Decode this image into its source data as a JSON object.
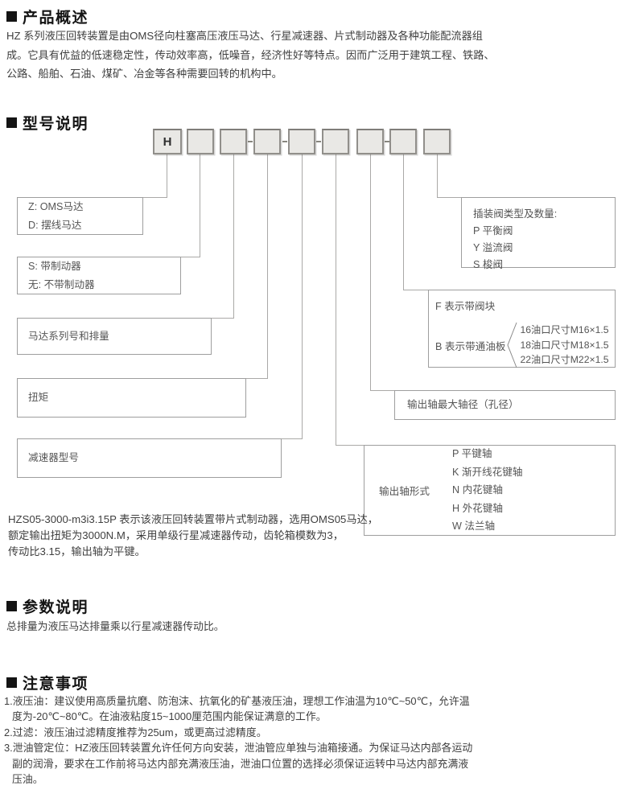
{
  "sections": {
    "overview": {
      "title": "产品概述",
      "lines": [
        "HZ 系列液压回转装置是由OMS径向柱塞高压液压马达、行星减速器、片式制动器及各种功能配流器组",
        "成。它具有优益的低速稳定性，传动效率高，低噪音，经济性好等特点。因而广泛用于建筑工程、铁路、",
        "公路、船舶、石油、煤矿、冶金等各种需要回转的机构中。"
      ]
    },
    "model": {
      "title": "型号说明",
      "boxes": [
        "H",
        "",
        "",
        "",
        "",
        "",
        "",
        "",
        ""
      ],
      "left_labels": {
        "motor_type": {
          "line1": "Z: OMS马达",
          "line2": "D: 摆线马达"
        },
        "brake": {
          "line1": "S: 带制动器",
          "line2": "无: 不带制动器"
        },
        "motor_series": "马达系列号和排量",
        "torque": "扭矩",
        "reducer_model": "减速器型号"
      },
      "right_labels": {
        "valve_types": {
          "title": "插装阀类型及数量:",
          "items": [
            "P 平衡阀",
            "Y 溢流阀",
            "S 梭阀"
          ]
        },
        "valve_block": {
          "line_f": "F 表示带阀块",
          "line_b": "B 表示带通油板",
          "ports": [
            "16油口尺寸M16×1.5",
            "18油口尺寸M18×1.5",
            "22油口尺寸M22×1.5"
          ]
        },
        "shaft_diameter": "输出轴最大轴径（孔径）",
        "shaft_type": {
          "label": "输出轴形式",
          "items": [
            "P 平键轴",
            "K 渐开线花键轴",
            "N 内花键轴",
            "H 外花键轴",
            "W 法兰轴"
          ]
        }
      },
      "example_lines": [
        "HZS05-3000-m3i3.15P 表示该液压回转装置带片式制动器，选用OMS05马达，",
        "额定输出扭矩为3000N.M，采用单级行星减速器传动，齿轮箱模数为3，",
        "传动比3.15，输出轴为平键。"
      ]
    },
    "params": {
      "title": "参数说明",
      "body": "总排量为液压马达排量乘以行星减速器传动比。"
    },
    "notes": {
      "title": "注意事项",
      "lines": [
        "1.液压油：建议使用高质量抗磨、防泡沫、抗氧化的矿基液压油，理想工作油温为10℃~50℃，允许温",
        "度为-20℃~80℃。在油液粘度15~1000厘范围内能保证满意的工作。",
        "2.过滤：液压油过滤精度推荐为25um，或更高过滤精度。",
        "3.泄油管定位：HZ液压回转装置允许任何方向安装，泄油管应单独与油箱接通。为保证马达内部各运动",
        "副的润滑，要求在工作前将马达内部充满液压油，泄油口位置的选择必须保证运转中马达内部充满液",
        "压油。"
      ]
    }
  }
}
